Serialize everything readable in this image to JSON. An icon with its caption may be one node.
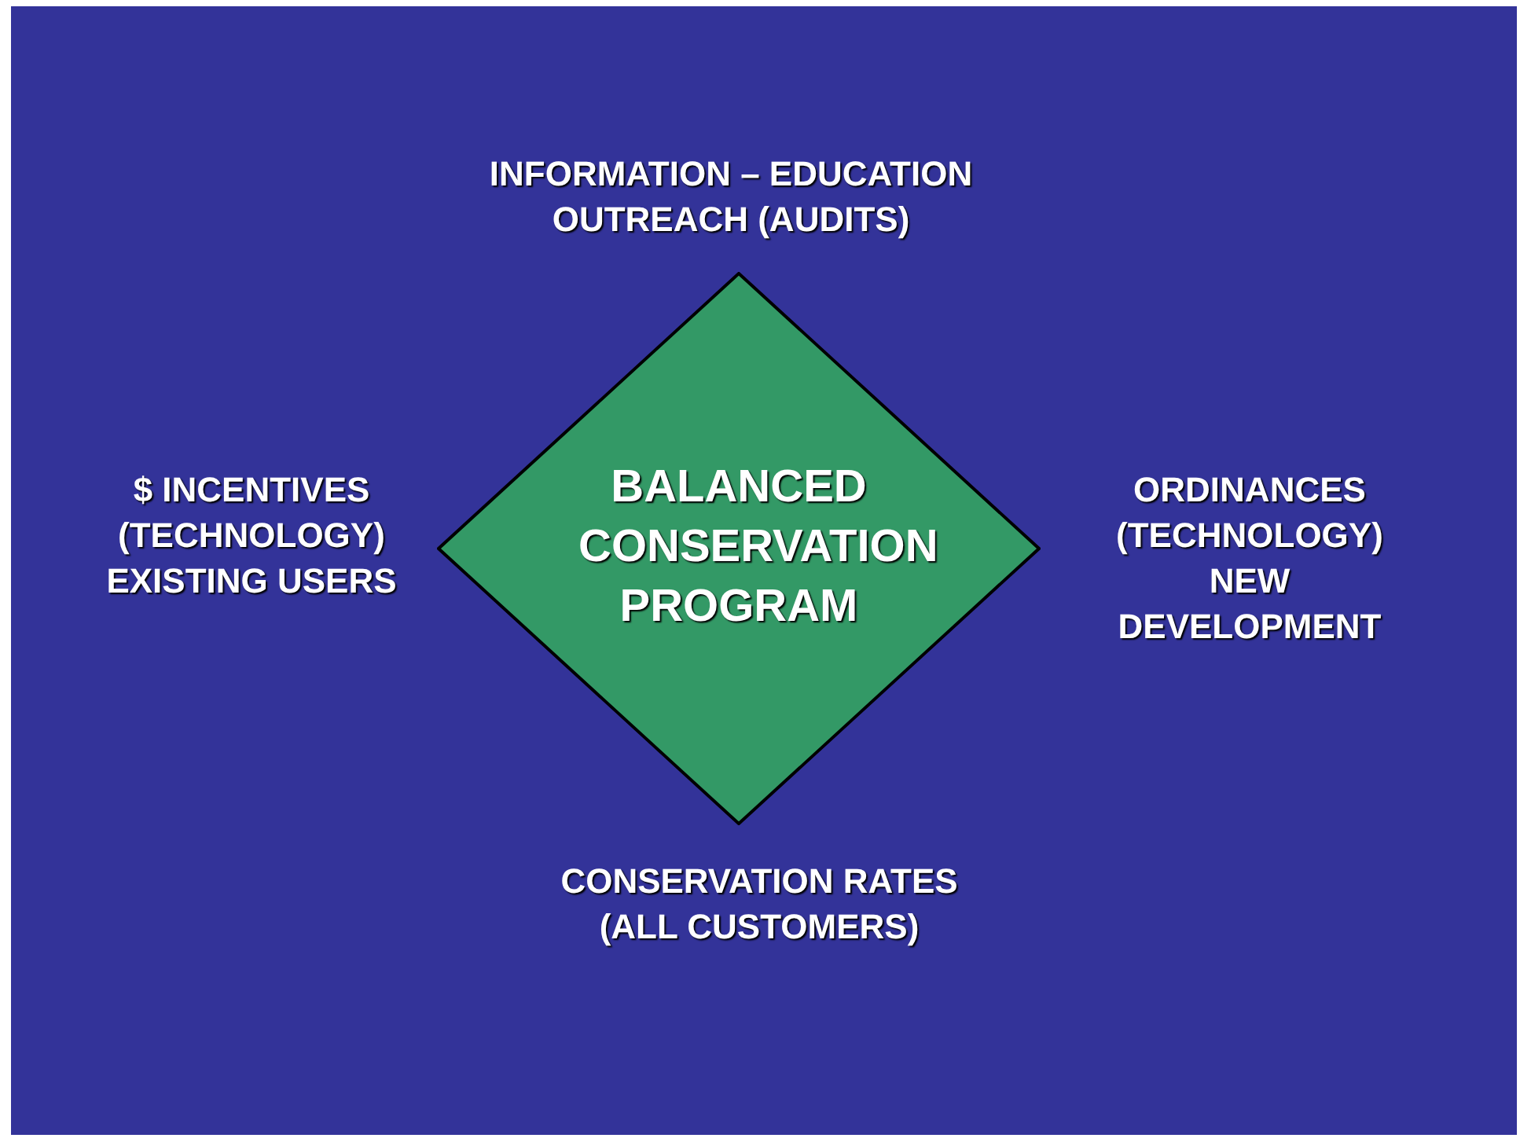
{
  "diagram": {
    "nodes": [
      {
        "text": [
          "BALANCED CONSERVATION PROGRAM"
        ]
      }
    ],
    "labels": [
      "INFORMATION – EDUCATION OUTREACH (AUDITS)",
      "$ INCENTIVES (TECHNOLOGY) EXISTING USERS",
      "ORDINANCES (TECHNOLOGY) NEW DEVELOPMENT",
      "CONSERVATION RATES (ALL CUSTOMERS)"
    ]
  }
}
